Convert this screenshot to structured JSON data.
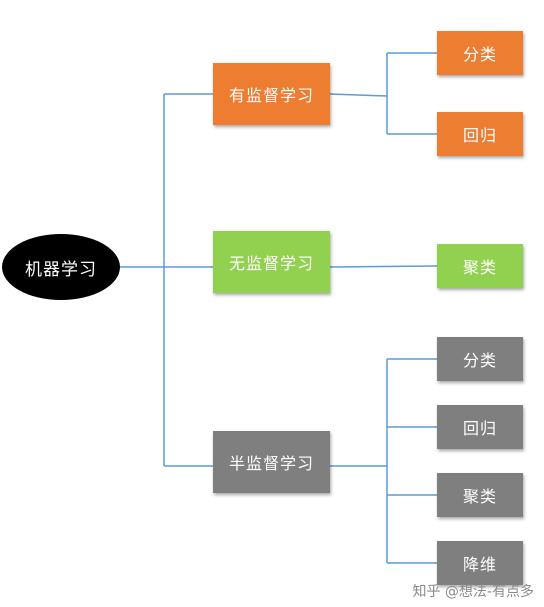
{
  "root": {
    "label": "机器学习"
  },
  "branches": [
    {
      "label": "有监督学习",
      "color": "#ed7d31",
      "children": [
        "分类",
        "回归"
      ]
    },
    {
      "label": "无监督学习",
      "color": "#92d050",
      "children": [
        "聚类"
      ]
    },
    {
      "label": "半监督学习",
      "color": "#7f7f7f",
      "children": [
        "分类",
        "回归",
        "聚类",
        "降维"
      ]
    }
  ],
  "connector_color": "#5b9bd5",
  "watermark": "知乎 @想法-有点多"
}
